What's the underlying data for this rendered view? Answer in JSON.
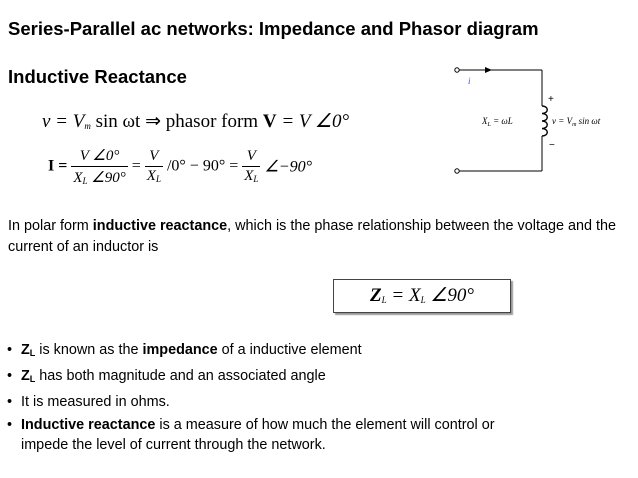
{
  "slide": {
    "title": "Series-Parallel ac networks: Impedance and Phasor diagram",
    "subtitle": "Inductive Reactance"
  },
  "equations": {
    "eq1_lhs": "v = V",
    "eq1_sub": "m",
    "eq1_mid": " sin ωt ⇒ phasor form ",
    "eq1_V": "V",
    "eq1_rhs": " = V ∠0°",
    "eq2_I": "I =",
    "eq2_f1_num": "V ∠0°",
    "eq2_f1_den": "X",
    "eq2_f1_den_sub": "L",
    "eq2_f1_den_angle": " ∠90°",
    "eq2_eq1": "=",
    "eq2_f2_num": "V",
    "eq2_f2_den": "X",
    "eq2_f2_den_sub": "L",
    "eq2_angle1": "/0° − 90° =",
    "eq2_f3_num": "V",
    "eq2_f3_den": "X",
    "eq2_f3_den_sub": "L",
    "eq2_angle2": "∠−90°"
  },
  "circuit": {
    "current_label": "i",
    "xl_label": "X",
    "xl_sub": "L",
    "xl_rhs": " = ωL",
    "plus": "+",
    "minus": "−",
    "v_label": "v = V",
    "v_sub": "m",
    "v_rhs": " sin ωt"
  },
  "paragraph": {
    "text_a": "In polar form ",
    "text_bold": "inductive reactance",
    "text_b": ", which is the phase relationship between the voltage and the current of an inductor is"
  },
  "boxed_equation": {
    "z": "Z",
    "z_sub": "L",
    "rhs": " = X",
    "x_sub": "L",
    "angle": " ∠90°"
  },
  "bullets": {
    "b1_z": "Z",
    "b1_sub": "L",
    "b1_a": " is known as the ",
    "b1_bold": "impedance",
    "b1_b": " of a inductive element",
    "b2_z": "Z",
    "b2_sub": "L",
    "b2_text": " has both magnitude and an associated angle",
    "b3_text": "It is measured in ohms.",
    "b4_bold": "Inductive reactance",
    "b4_a": " is a measure of how much the element will control or",
    "b4_b": "impede the level of current through the network."
  }
}
